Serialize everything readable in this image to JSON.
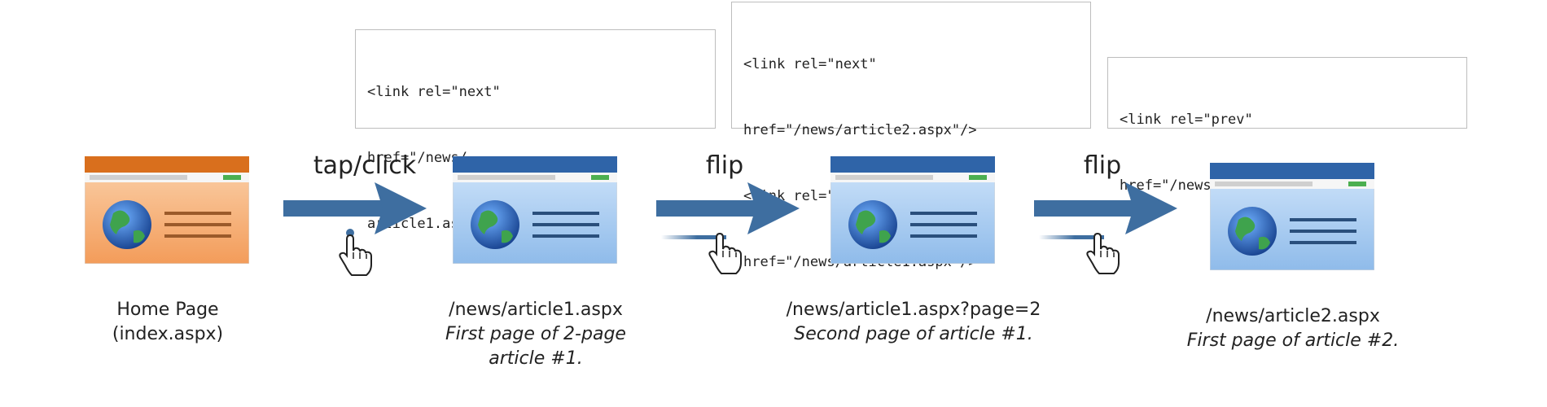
{
  "code_boxes": [
    {
      "lines": [
        "<link rel=\"next\"",
        "href=\"/news/",
        "article1.aspx?page=2\"/>"
      ]
    },
    {
      "lines": [
        "<link rel=\"next\"",
        "href=\"/news/article2.aspx\"/>",
        "<link rel=\"prev\"",
        "href=\"/news/article1.aspx\"/>"
      ]
    },
    {
      "lines": [
        "<link rel=\"prev\"",
        "href=\"/news/article1.aspx\"/>"
      ]
    }
  ],
  "arrows": [
    {
      "label": "tap/click",
      "icon": "hand-pointer-icon"
    },
    {
      "label": "flip",
      "icon": "hand-pointer-icon"
    },
    {
      "label": "flip",
      "icon": "hand-pointer-icon"
    }
  ],
  "pages": [
    {
      "title": "Home Page",
      "subtitle": "(index.aspx)",
      "note": "",
      "color": "orange"
    },
    {
      "title": "/news/article1.aspx",
      "subtitle": "First page of 2-page",
      "note": "article #1.",
      "color": "blue"
    },
    {
      "title": "/news/article1.aspx?page=2",
      "subtitle": "Second page of article #1.",
      "note": "",
      "color": "blue"
    },
    {
      "title": "/news/article2.aspx",
      "subtitle": "First page of article #2.",
      "note": "",
      "color": "blue"
    }
  ],
  "colors": {
    "arrow": "#3e6ea0",
    "orange_header": "#d96f1d",
    "orange_body": "#f7b47d",
    "blue_header": "#2f64a8",
    "blue_body": "#a9cbef"
  }
}
